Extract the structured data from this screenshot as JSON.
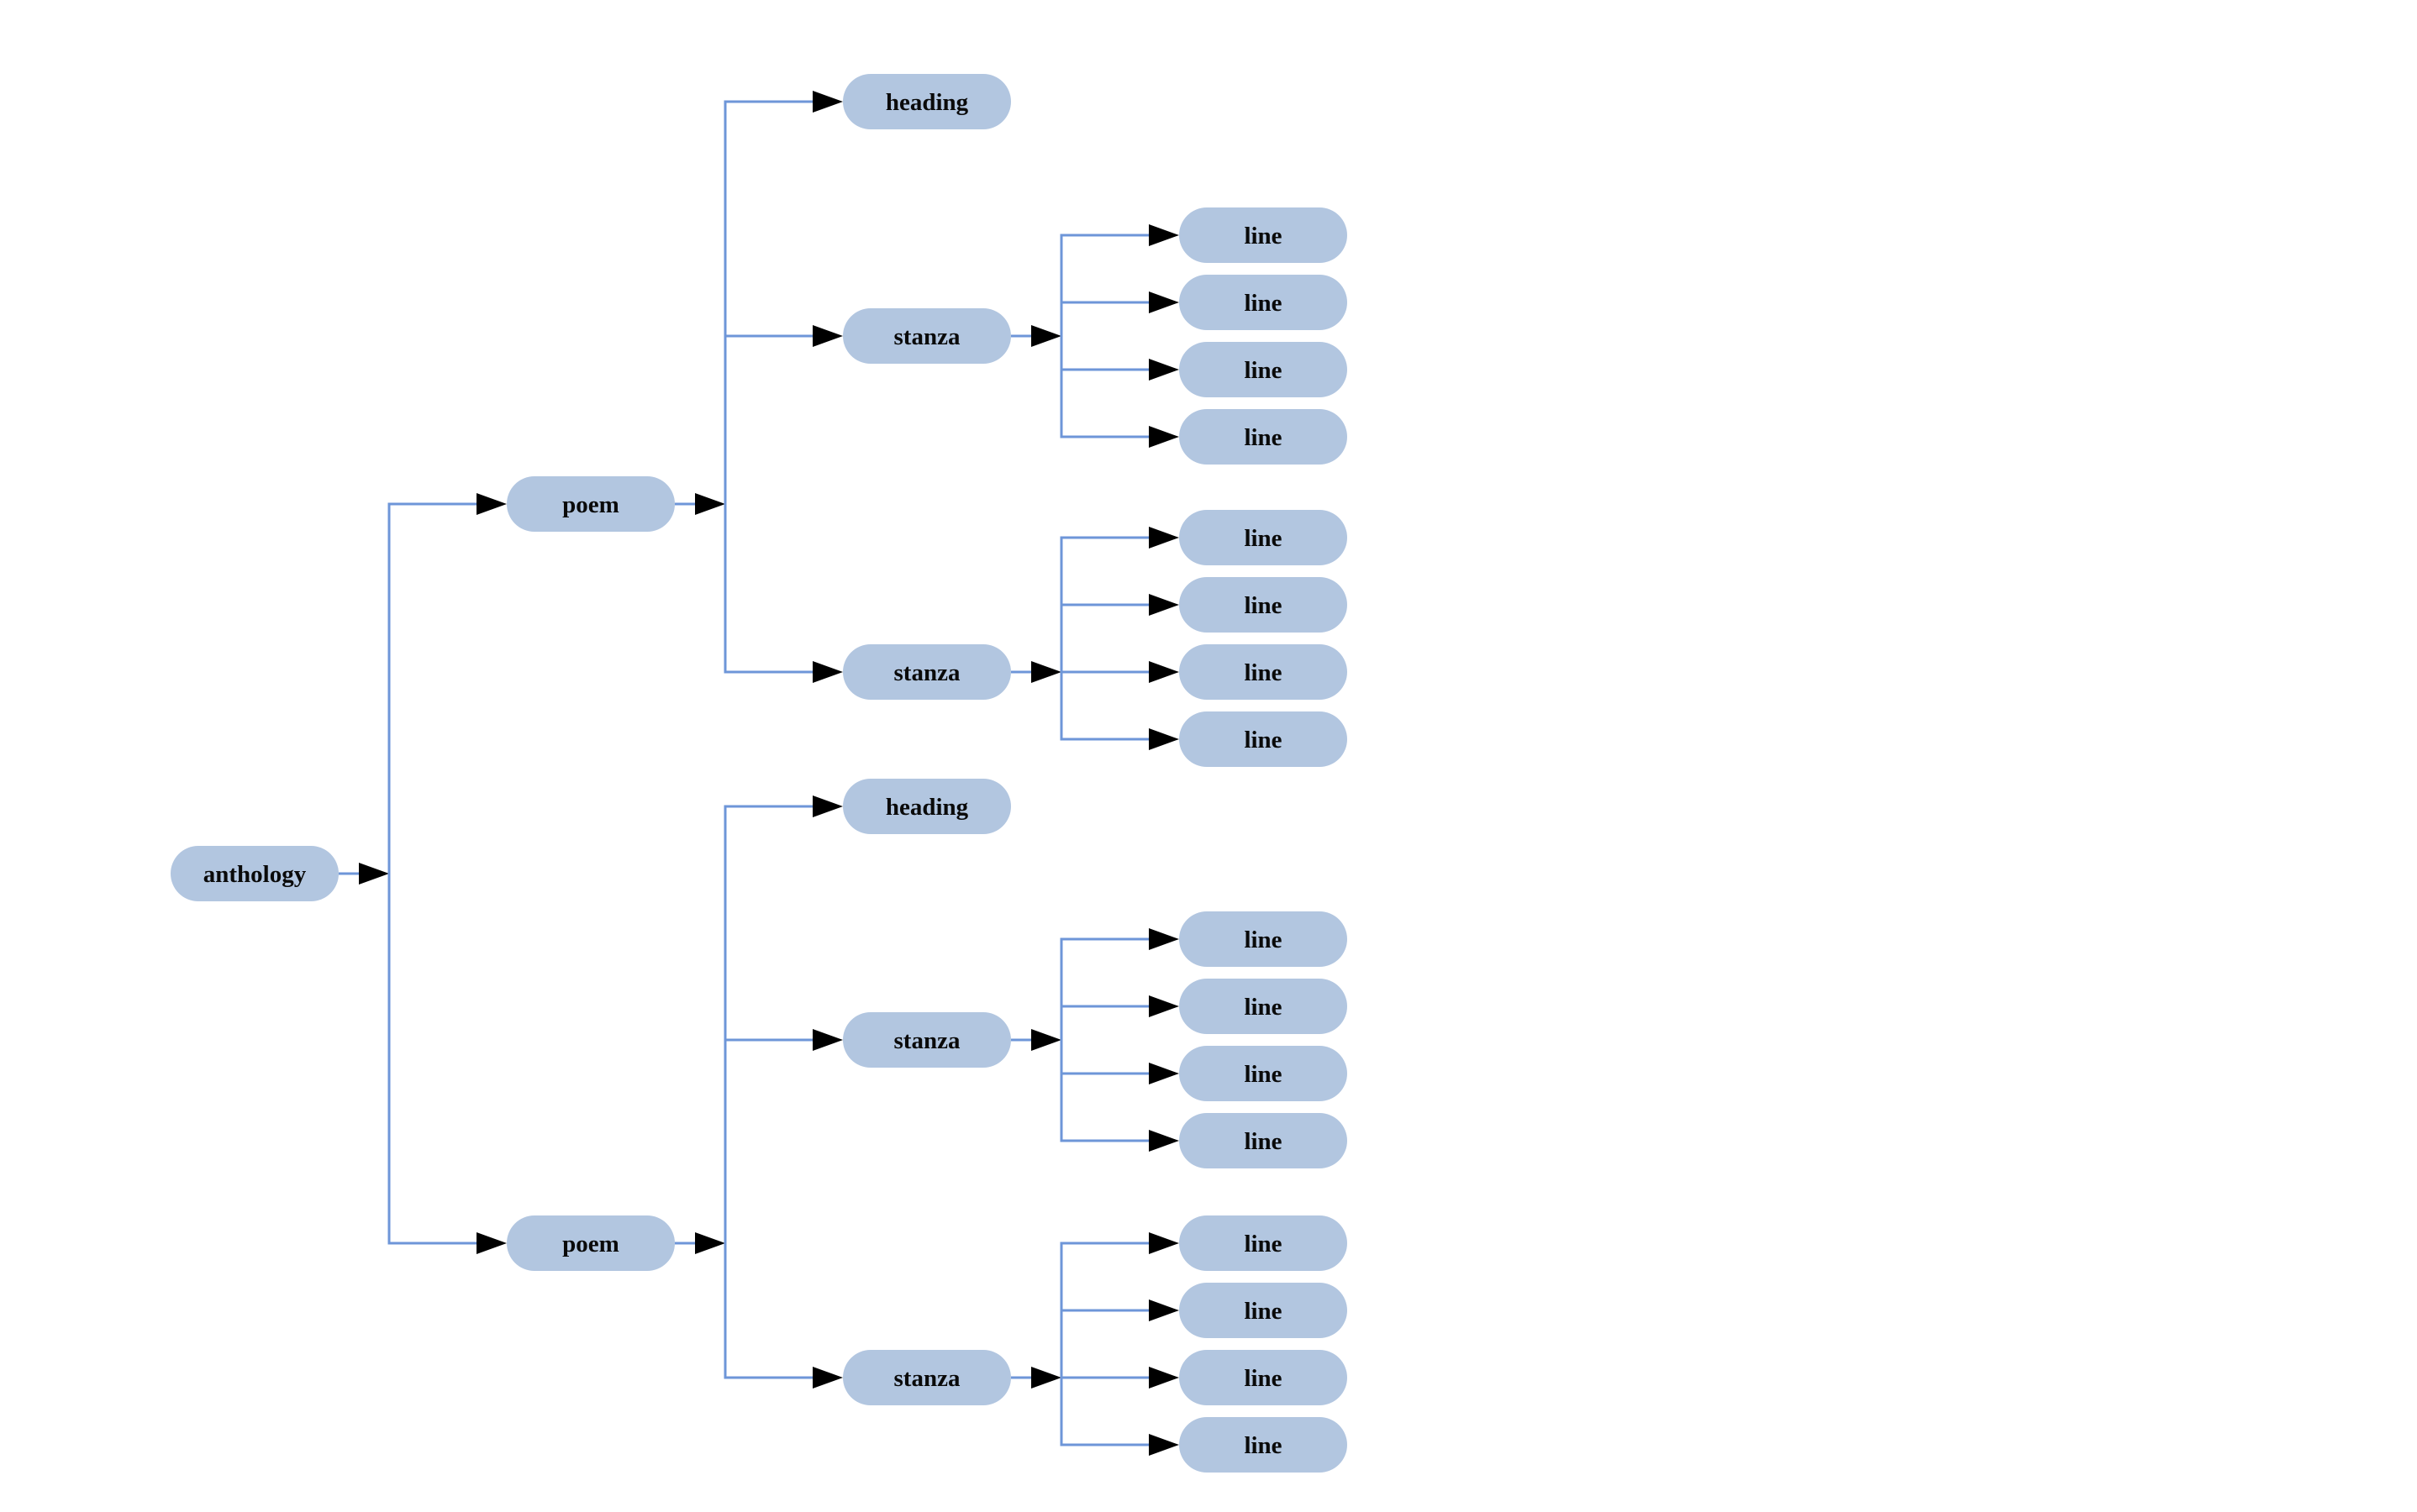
{
  "diagram": {
    "kind": "tree",
    "orientation": "left-to-right",
    "colors": {
      "background": "#ffffff",
      "node_fill": "#b2c6e0",
      "edge_line": "#6e96d8",
      "arrowhead": "#000000",
      "label_text": "#0a0a0a"
    },
    "labels": {
      "root": "anthology",
      "poem": "poem",
      "heading": "heading",
      "stanza": "stanza",
      "line": "line"
    },
    "tree": {
      "label": "anthology",
      "children": [
        {
          "label": "poem",
          "children": [
            {
              "label": "heading",
              "children": []
            },
            {
              "label": "stanza",
              "children": [
                {
                  "label": "line",
                  "children": []
                },
                {
                  "label": "line",
                  "children": []
                },
                {
                  "label": "line",
                  "children": []
                },
                {
                  "label": "line",
                  "children": []
                }
              ]
            },
            {
              "label": "stanza",
              "children": [
                {
                  "label": "line",
                  "children": []
                },
                {
                  "label": "line",
                  "children": []
                },
                {
                  "label": "line",
                  "children": []
                },
                {
                  "label": "line",
                  "children": []
                }
              ]
            }
          ]
        },
        {
          "label": "poem",
          "children": [
            {
              "label": "heading",
              "children": []
            },
            {
              "label": "stanza",
              "children": [
                {
                  "label": "line",
                  "children": []
                },
                {
                  "label": "line",
                  "children": []
                },
                {
                  "label": "line",
                  "children": []
                },
                {
                  "label": "line",
                  "children": []
                }
              ]
            },
            {
              "label": "stanza",
              "children": [
                {
                  "label": "line",
                  "children": []
                },
                {
                  "label": "line",
                  "children": []
                },
                {
                  "label": "line",
                  "children": []
                },
                {
                  "label": "line",
                  "children": []
                }
              ]
            }
          ]
        }
      ]
    }
  }
}
